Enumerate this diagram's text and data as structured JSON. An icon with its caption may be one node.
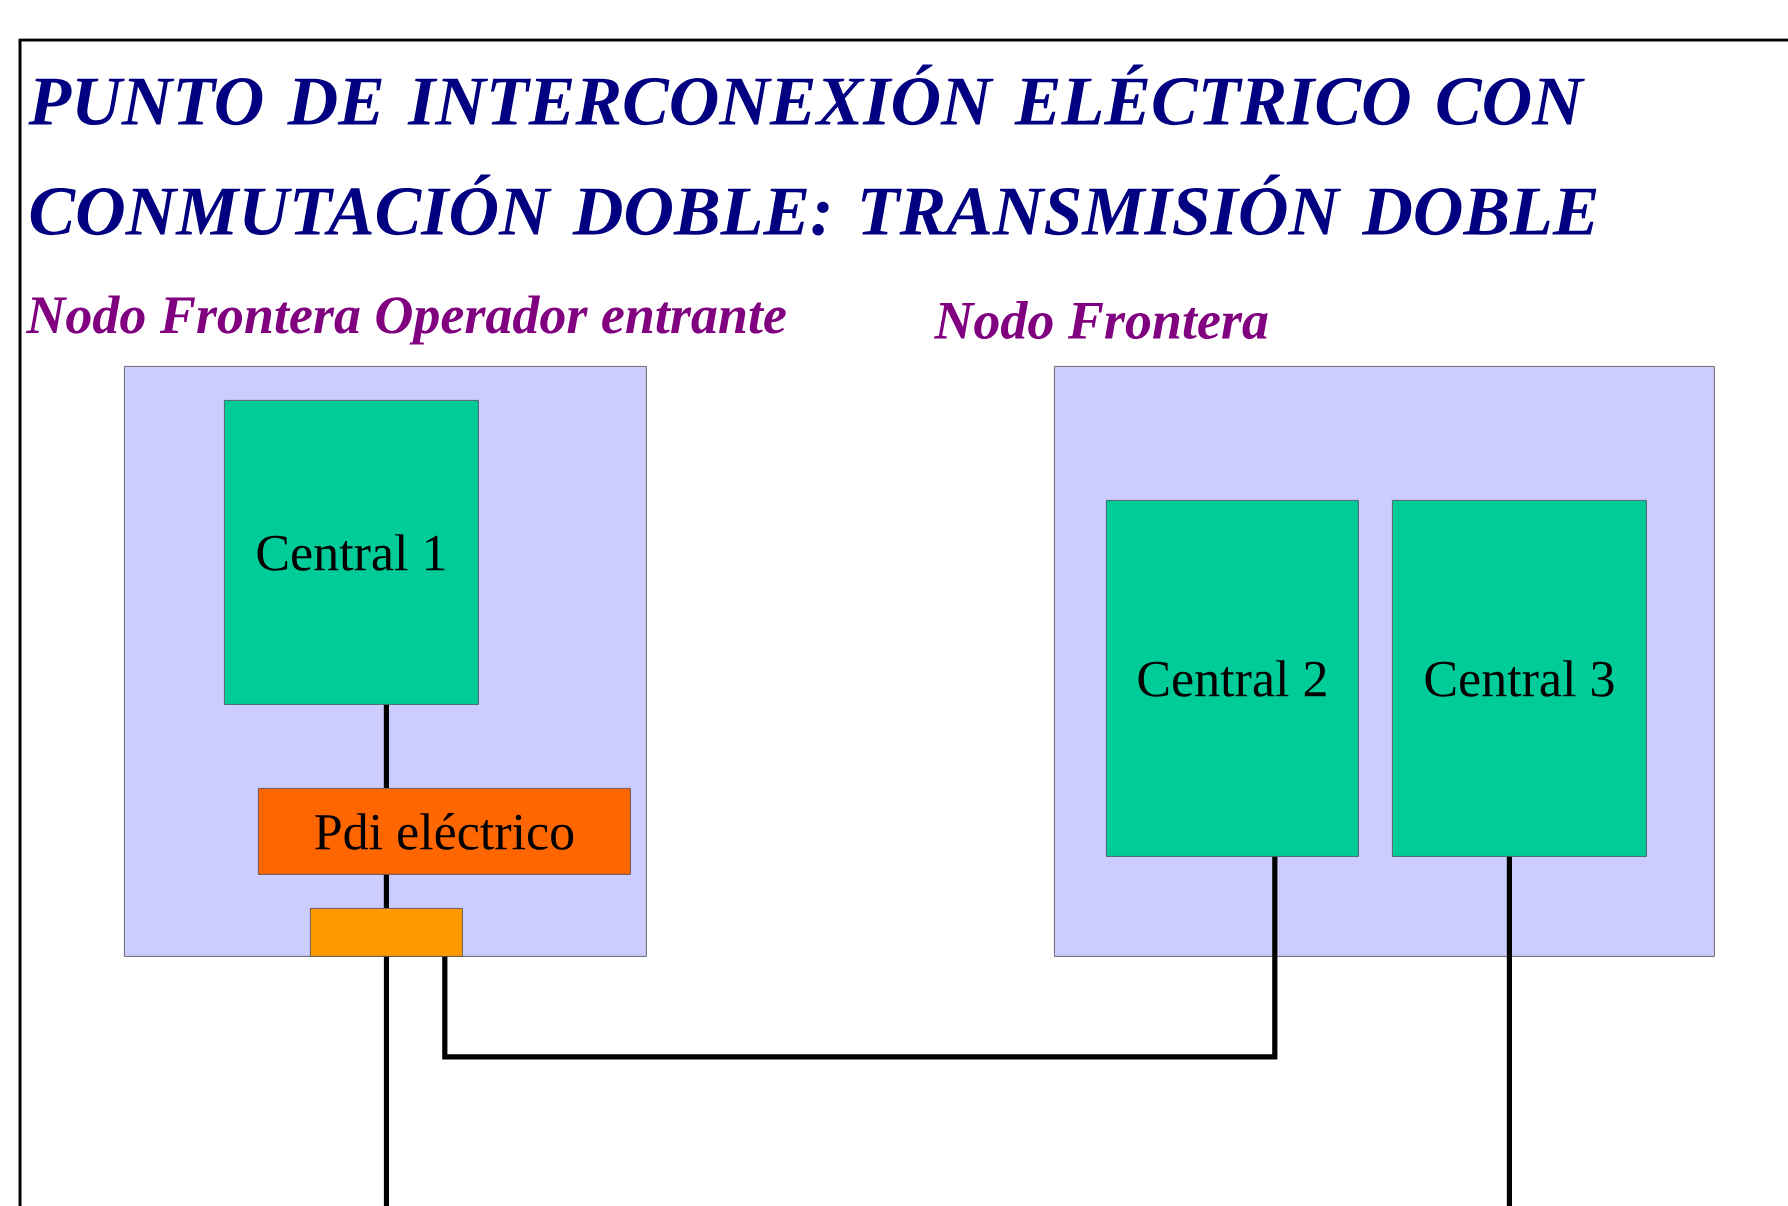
{
  "diagram": {
    "title": "PUNTO DE INTERCONEXIÓN ELÉCTRICO CON CONMUTACIÓN DOBLE: TRANSMISIÓN DOBLE",
    "nodes": [
      {
        "text": [
          "Nodo Frontera Operador entrante"
        ]
      },
      {
        "text": [
          "Nodo Frontera"
        ]
      },
      {
        "text": [
          "Central 1"
        ],
        "in": 0
      },
      {
        "text": [
          "Pdi eléctrico"
        ],
        "in": 0
      },
      {
        "text": [],
        "shape": "box",
        "in": 0
      },
      {
        "text": [
          "Central 2"
        ],
        "in": 1
      },
      {
        "text": [
          "Central 3"
        ],
        "in": 1
      }
    ],
    "edges": [
      {
        "from": 2,
        "to": 3,
        "arrow": "none"
      },
      {
        "from": 3,
        "to": 4,
        "arrow": "none"
      },
      {
        "from": 4,
        "to": 5,
        "arrow": "none"
      },
      {
        "from": 4,
        "to": null,
        "arrow": "none"
      },
      {
        "from": 6,
        "to": null,
        "arrow": "none"
      }
    ]
  }
}
